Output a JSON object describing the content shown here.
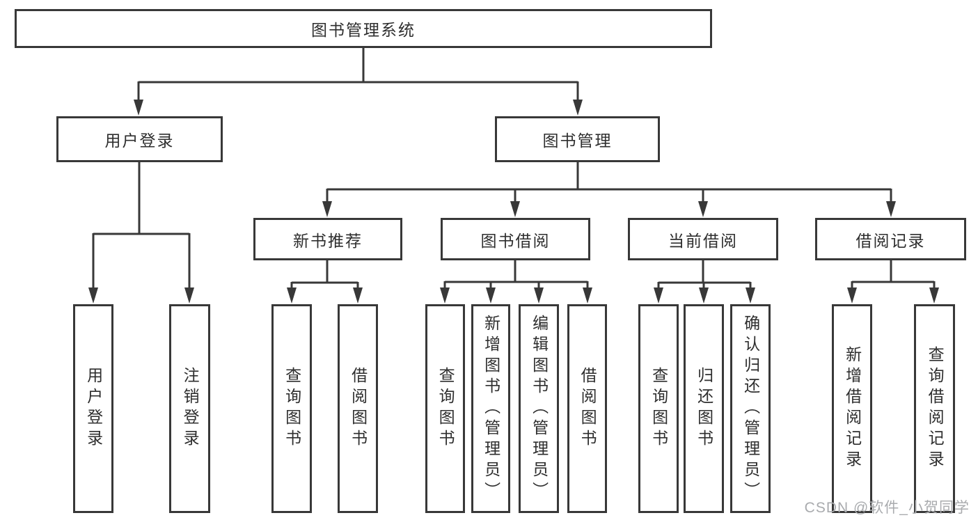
{
  "diagram": {
    "title": "图书管理系统",
    "colors": {
      "line": "#383838",
      "box_border": "#383838",
      "box_background": "#ffffff",
      "text": "#2e2e2e",
      "watermark_text": "#a9abae"
    },
    "branches": {
      "user": {
        "label": "用户登录",
        "children": [
          "用户登录",
          "注销登录"
        ]
      },
      "book": {
        "label": "图书管理",
        "sections": [
          {
            "label": "新书推荐",
            "children": [
              "查询图书",
              "借阅图书"
            ]
          },
          {
            "label": "图书借阅",
            "children": [
              "查询图书",
              "新增图书（管理员）",
              "编辑图书（管理员）",
              "借阅图书"
            ]
          },
          {
            "label": "当前借阅",
            "children": [
              "查询图书",
              "归还图书",
              "确认归还（管理员）"
            ]
          },
          {
            "label": "借阅记录",
            "children": [
              "新增借阅记录",
              "查询借阅记录"
            ]
          }
        ]
      }
    },
    "watermark": "CSDN @软件_小贺同学"
  }
}
